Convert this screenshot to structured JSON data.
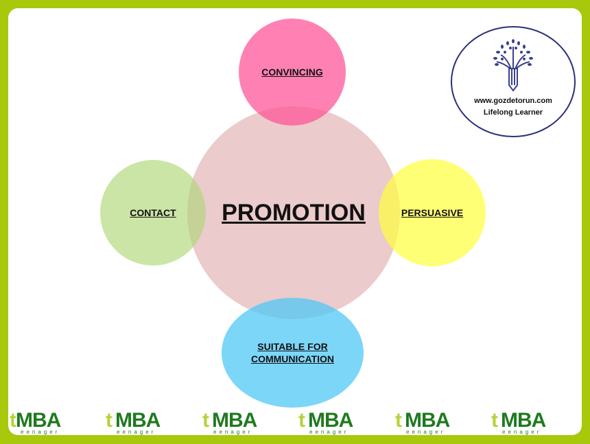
{
  "diagram": {
    "center": "PROMOTION",
    "top": "CONVINCING",
    "left": "CONTACT",
    "right": "PERSUASIVE",
    "bottom": "SUITABLE FOR COMMUNICATION"
  },
  "logo": {
    "url": "www.gozdetorun.com",
    "tagline": "Lifelong Learner"
  },
  "footer": {
    "brand": "tMBA",
    "brand_t": "t",
    "brand_rest": "MBA",
    "sub": "eenager"
  },
  "colors": {
    "border": "#a8c80c",
    "center": "#e8c5c5",
    "top": "#ff6fa6",
    "left": "#c6e3a2",
    "right": "#ffff7a",
    "bottom": "#7dd6f7"
  }
}
